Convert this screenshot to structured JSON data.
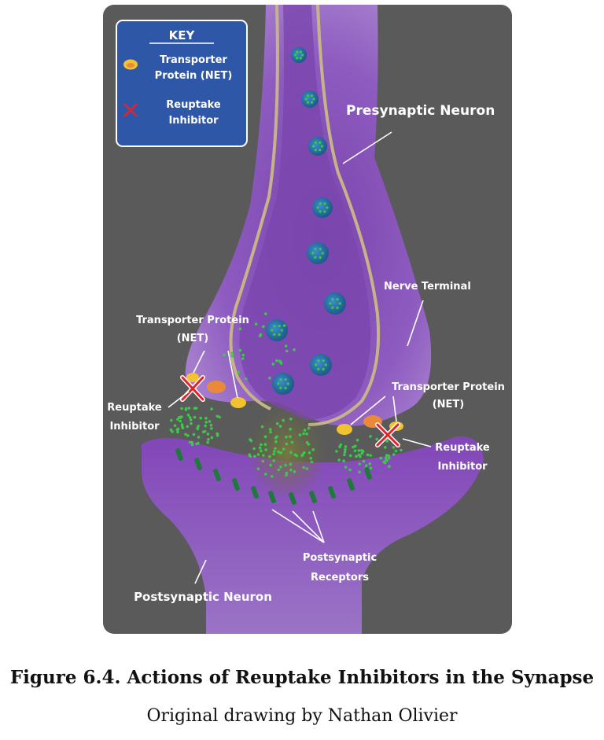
{
  "key": {
    "title": "KEY",
    "transporter_line1": "Transporter",
    "transporter_line2": "Protein (NET)",
    "inhibitor_line1": "Reuptake",
    "inhibitor_line2": "Inhibitor"
  },
  "labels": {
    "presynaptic": "Presynaptic Neuron",
    "nerve_terminal": "Nerve Terminal",
    "transporter_left_1": "Transporter Protein",
    "transporter_left_2": "(NET)",
    "transporter_right_1": "Transporter Protein",
    "transporter_right_2": "(NET)",
    "reuptake_left_1": "Reuptake",
    "reuptake_left_2": "Inhibitor",
    "reuptake_right_1": "Reuptake",
    "reuptake_right_2": "Inhibitor",
    "receptors_1": "Postsynaptic",
    "receptors_2": "Receptors",
    "postsynaptic": "Postsynaptic Neuron"
  },
  "caption": "Figure 6.4. Actions of Reuptake Inhibitors in the Synapse",
  "credit": "Original drawing by Nathan Olivier",
  "colors": {
    "background": "#5a5a5a",
    "neuron_purple": "#8a52b8",
    "axon_tan": "#c6b488",
    "key_blue": "#2f57a8",
    "vesicle_blue": "#2c6fa8",
    "transmitter_green": "#3cc84a",
    "transporter_yellow": "#f2c230",
    "transporter_orange": "#e98a3a",
    "inhibitor_red": "#e0242a",
    "receptor_green": "#1e7a3a"
  }
}
